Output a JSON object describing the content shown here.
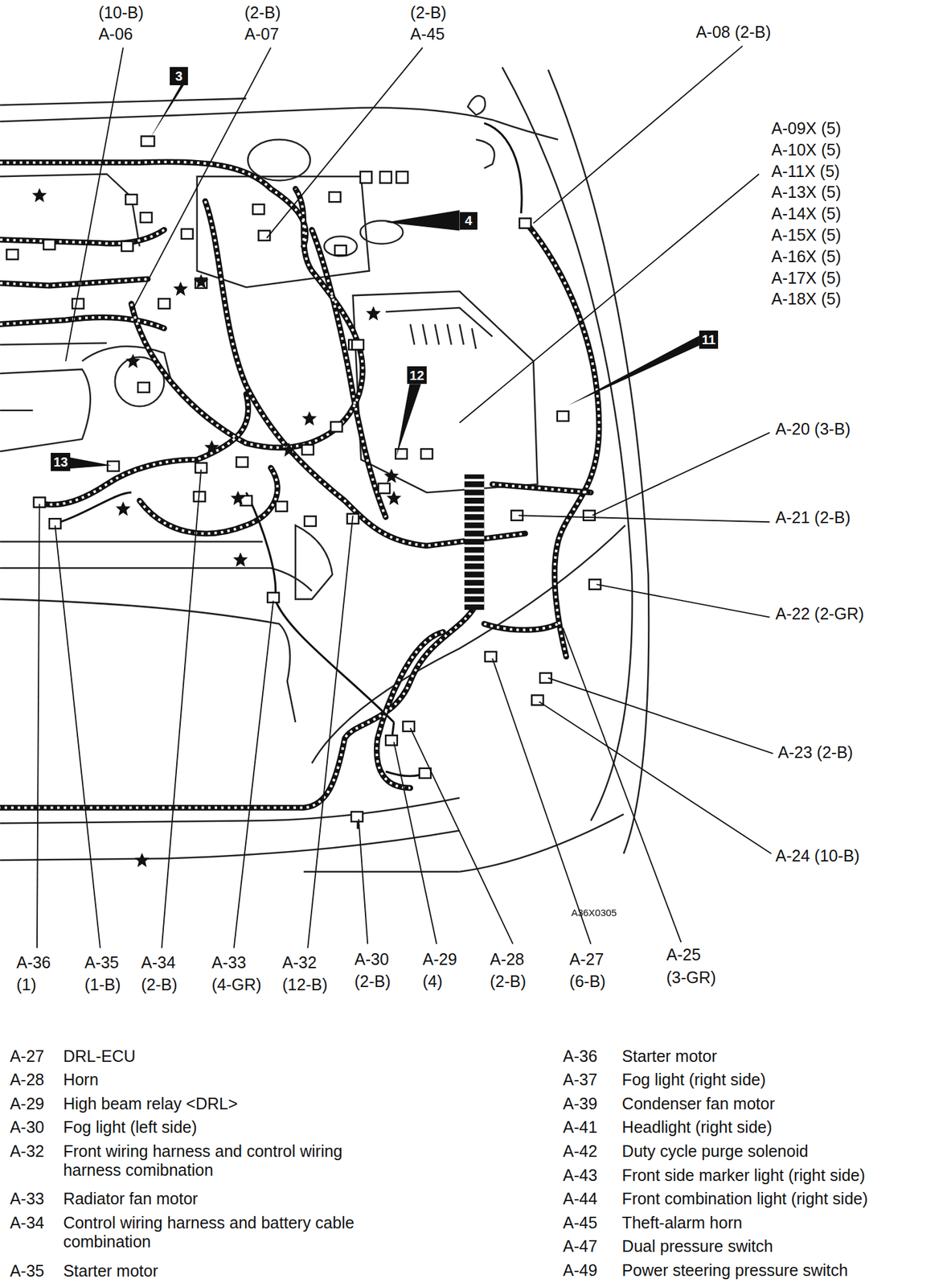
{
  "diagram": {
    "nodes": [
      {
        "text": [
          "3"
        ]
      },
      {
        "text": [
          "4"
        ]
      },
      {
        "text": [
          "11"
        ]
      },
      {
        "text": [
          "12"
        ]
      },
      {
        "text": [
          "13"
        ]
      }
    ],
    "labels": [
      "(10-B)",
      "A-06",
      "(2-B)",
      "A-07",
      "(2-B)",
      "A-45",
      "A-08 (2-B)",
      "A-09X (5)",
      "A-10X (5)",
      "A-11X (5)",
      "A-13X (5)",
      "A-14X (5)",
      "A-15X (5)",
      "A-16X (5)",
      "A-17X (5)",
      "A-18X (5)",
      "A-20 (3-B)",
      "A-21 (2-B)",
      "A-22 (2-GR)",
      "A-23 (2-B)",
      "A-24 (10-B)",
      "A36X0305",
      "A-36",
      "(1)",
      "A-35",
      "(1-B)",
      "A-34",
      "(2-B)",
      "A-33",
      "(4-GR)",
      "A-32",
      "(12-B)",
      "A-30",
      "(2-B)",
      "A-29",
      "(4)",
      "A-28",
      "(2-B)",
      "A-27",
      "(6-B)",
      "A-25",
      "(3-GR)",
      "A-27",
      "DRL-ECU",
      "A-28",
      "Horn",
      "A-29",
      "High beam relay <DRL>",
      "A-30",
      "Fog light (left side)",
      "A-32",
      "Front wiring harness and control wiring harness comibnation",
      "A-33",
      "Radiator fan motor",
      "A-34",
      "Control wiring harness and battery cable combination",
      "A-35",
      "Starter motor",
      "A-36",
      "Starter motor",
      "A-37",
      "Fog light (right side)",
      "A-39",
      "Condenser fan motor",
      "A-41",
      "Headlight (right side)",
      "A-42",
      "Duty cycle purge solenoid",
      "A-43",
      "Front side marker light (right side)",
      "A-44",
      "Front combination light (right side)",
      "A-45",
      "Theft-alarm horn",
      "A-47",
      "Dual pressure switch",
      "A-49",
      "Power steering pressure switch"
    ]
  }
}
